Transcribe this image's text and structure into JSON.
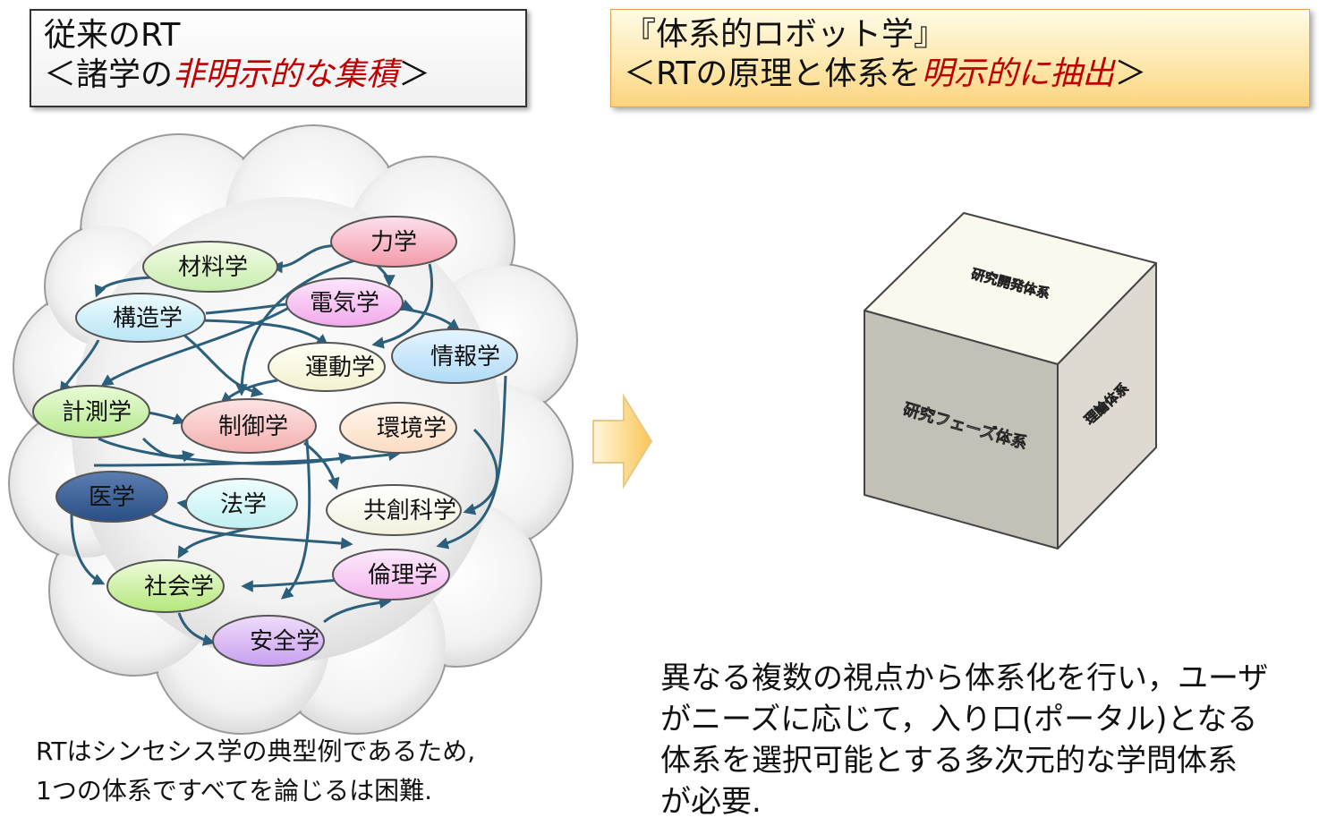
{
  "left_title": {
    "line1": "従来のRT",
    "line2_prefix": "＜諸学の",
    "line2_emph": "非明示的な集積",
    "line2_suffix": "＞"
  },
  "right_title": {
    "line1": "『体系的ロボット学』",
    "line2_prefix": "＜RTの原理と体系を",
    "line2_emph": "明示的に抽出",
    "line2_suffix": "＞"
  },
  "nodes": {
    "rikigaku": "力学",
    "zairyou": "材料学",
    "denki": "電気学",
    "kouzou": "構造学",
    "jouhou": "情報学",
    "undou": "運動学",
    "keisoku": "計測学",
    "seigyo": "制御学",
    "kankyou": "環境学",
    "igaku": "医学",
    "hougaku": "法学",
    "kyousou": "共創科学",
    "shakai": "社会学",
    "rinri": "倫理学",
    "anzen": "安全学"
  },
  "cube": {
    "top_label": "研究開発体系",
    "front_label": "研究フェーズ体系",
    "side_label": "理論体系"
  },
  "left_caption": {
    "line1": "RTはシンセシス学の典型例であるため,",
    "line2": "1つの体系ですべてを論じるは困難."
  },
  "right_caption": {
    "line1": "異なる複数の視点から体系化を行い，ユーザ",
    "line2": "がニーズに応じて，入り口(ポータル)となる",
    "line3": "体系を選択可能とする多次元的な学問体系",
    "line4": "が必要."
  },
  "colors": {
    "arrow": "#2c5f7c",
    "emphasis": "#c00000"
  }
}
